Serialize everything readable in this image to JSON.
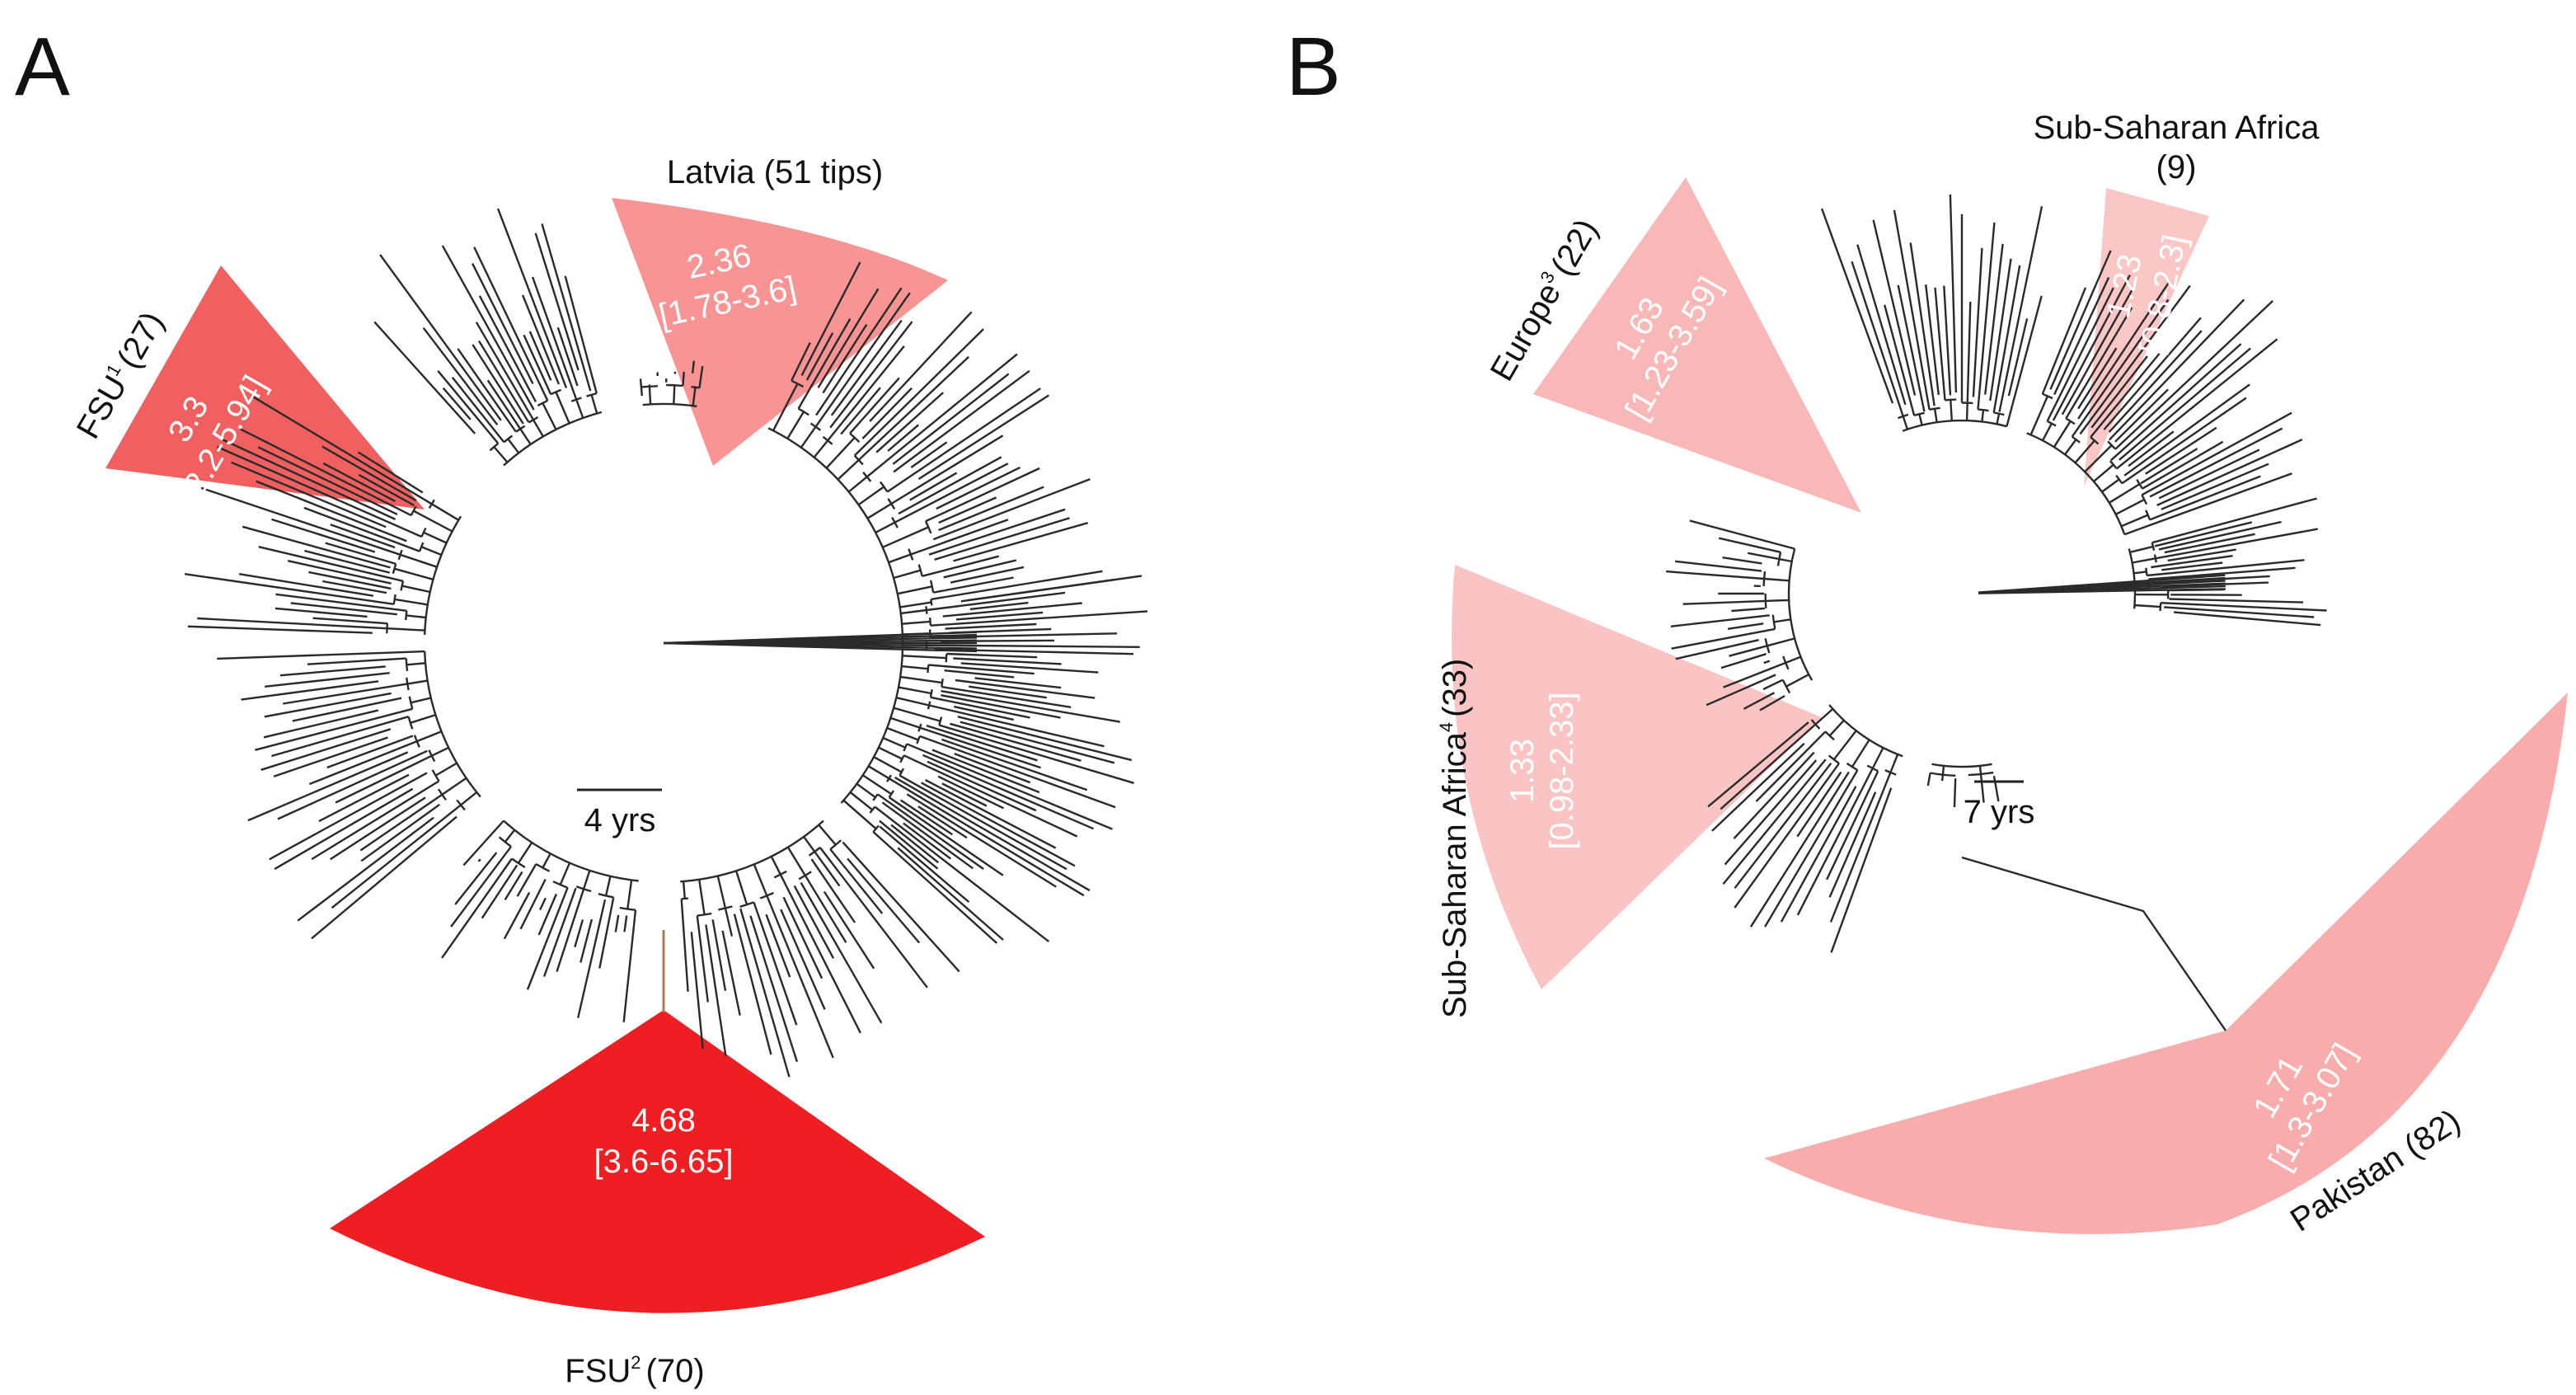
{
  "panels": {
    "A": {
      "letter": "A",
      "scale_label": "4 yrs",
      "colors": {
        "FSU1": "#f16060",
        "Latvia": "#f89594",
        "FSU2": "#ee1f23"
      },
      "clades": {
        "FSU1": {
          "name": "FSU",
          "sup": "1",
          "count": "(27)",
          "value": "3.3",
          "interval": "[2.2-5.94]"
        },
        "Latvia": {
          "name": "Latvia (51 tips)",
          "value": "2.36",
          "interval": "[1.78-3.6]"
        },
        "FSU2": {
          "name": "FSU",
          "sup": "2",
          "count": "(70)",
          "value": "4.68",
          "interval": "[3.6-6.65]"
        }
      }
    },
    "B": {
      "letter": "B",
      "scale_label": "7 yrs",
      "colors": {
        "Europe": "#f9b8b8",
        "SSA9": "#fbc6c6",
        "SSA33": "#fbc4c4",
        "Pakistan": "#f8acac"
      },
      "clades": {
        "Europe": {
          "name": "Europe",
          "sup": "3",
          "count": "(22)",
          "value": "1.63",
          "interval": "[1.23-3.59]"
        },
        "SSA9": {
          "name": "Sub-Saharan Africa",
          "count": "(9)",
          "value": "1.23",
          "interval": "[0.8-2.3]"
        },
        "SSA33": {
          "name": "Sub-Saharan Africa",
          "sup": "4",
          "count": "(33)",
          "value": "1.33",
          "interval": "[0.98-2.33]"
        },
        "Pakistan": {
          "name": "Pakistan (82)",
          "value": "1.71",
          "interval": "[1.3-3.07]"
        }
      }
    }
  }
}
